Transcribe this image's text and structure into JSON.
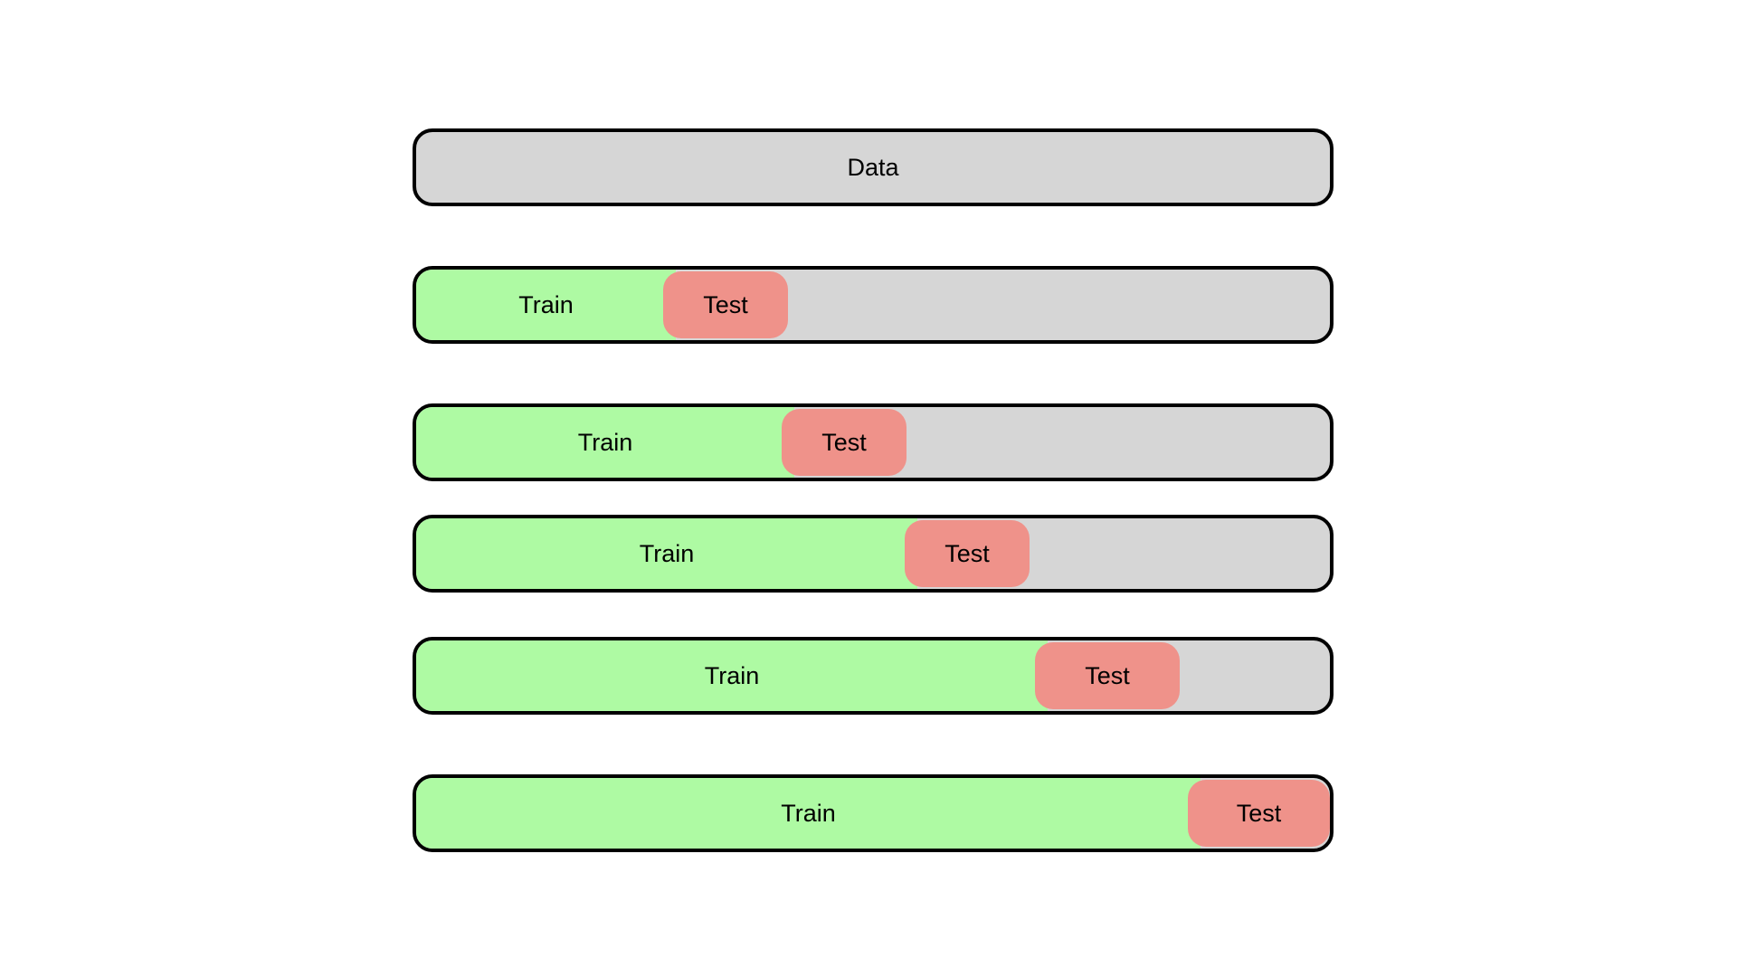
{
  "diagram": {
    "data_bar": {
      "label": "Data",
      "color": "#d6d6d6"
    },
    "colors": {
      "train": "#aefaa3",
      "test": "#ef928a",
      "remaining": "#d6d6d6",
      "border": "#000000"
    },
    "splits": [
      {
        "train_label": "Train",
        "test_label": "Test",
        "train_fraction": 0.27,
        "test_fraction": 0.137
      },
      {
        "train_label": "Train",
        "test_label": "Test",
        "train_fraction": 0.4,
        "test_fraction": 0.137
      },
      {
        "train_label": "Train",
        "test_label": "Test",
        "train_fraction": 0.535,
        "test_fraction": 0.137
      },
      {
        "train_label": "Train",
        "test_label": "Test",
        "train_fraction": 0.677,
        "test_fraction": 0.158
      },
      {
        "train_label": "Train",
        "test_label": "Test",
        "train_fraction": 0.845,
        "test_fraction": 0.155
      }
    ]
  }
}
